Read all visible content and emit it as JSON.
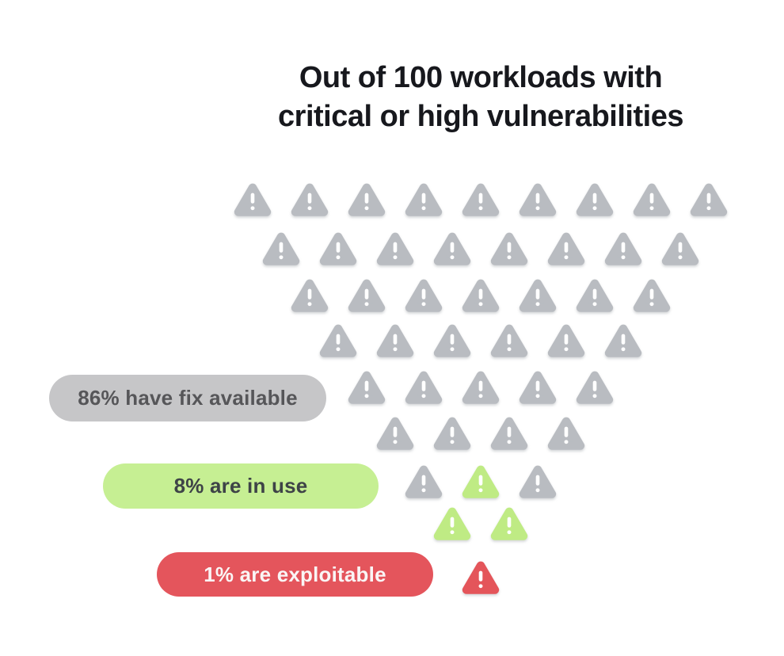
{
  "title": {
    "line1": "Out of 100 workloads with",
    "line2": "critical or high vulnerabilities"
  },
  "labels": [
    {
      "id": "fix-available",
      "text": "86% have fix available",
      "variant": "gray"
    },
    {
      "id": "in-use",
      "text": "8% are in use",
      "variant": "green"
    },
    {
      "id": "exploitable",
      "text": "1% are exploitable",
      "variant": "red"
    }
  ],
  "funnel": {
    "icon": "warning-triangle",
    "rows": [
      [
        "gray",
        "gray",
        "gray",
        "gray",
        "gray",
        "gray",
        "gray",
        "gray",
        "gray"
      ],
      [
        "gray",
        "gray",
        "gray",
        "gray",
        "gray",
        "gray",
        "gray",
        "gray"
      ],
      [
        "gray",
        "gray",
        "gray",
        "gray",
        "gray",
        "gray",
        "gray"
      ],
      [
        "gray",
        "gray",
        "gray",
        "gray",
        "gray",
        "gray"
      ],
      [
        "gray",
        "gray",
        "gray",
        "gray",
        "gray"
      ],
      [
        "gray",
        "gray",
        "gray",
        "gray"
      ],
      [
        "gray",
        "green",
        "gray"
      ],
      [
        "green",
        "green"
      ],
      [
        "red"
      ]
    ]
  },
  "colors": {
    "gray_icon": "#b9bcc1",
    "green_icon": "#bfeb84",
    "red_icon": "#e4555a",
    "icon_glyph": "#ffffff",
    "title_text": "#17181d",
    "pill_gray_bg": "#c6c6c8",
    "pill_gray_text": "#565659",
    "pill_green_bg": "#c6ef93",
    "pill_green_text": "#3e4347",
    "pill_red_bg": "#e4555c",
    "pill_red_text": "#faf5f5"
  },
  "chart_data": {
    "type": "pictogram_funnel",
    "title": "Out of 100 workloads with critical or high vulnerabilities",
    "total_workloads": 100,
    "categories": [
      "have fix available",
      "are in use",
      "are exploitable"
    ],
    "values": [
      86,
      8,
      1
    ],
    "unit": "%",
    "icon": "warning-triangle",
    "icons_per_row_top_to_bottom": [
      9,
      8,
      7,
      6,
      5,
      4,
      3,
      2,
      1
    ],
    "icon_color_rows": [
      [
        "gray",
        "gray",
        "gray",
        "gray",
        "gray",
        "gray",
        "gray",
        "gray",
        "gray"
      ],
      [
        "gray",
        "gray",
        "gray",
        "gray",
        "gray",
        "gray",
        "gray",
        "gray"
      ],
      [
        "gray",
        "gray",
        "gray",
        "gray",
        "gray",
        "gray",
        "gray"
      ],
      [
        "gray",
        "gray",
        "gray",
        "gray",
        "gray",
        "gray"
      ],
      [
        "gray",
        "gray",
        "gray",
        "gray",
        "gray"
      ],
      [
        "gray",
        "gray",
        "gray",
        "gray"
      ],
      [
        "gray",
        "green",
        "gray"
      ],
      [
        "green",
        "green"
      ],
      [
        "red"
      ]
    ],
    "legend_position": "left",
    "category_color_map": {
      "have fix available": "gray",
      "are in use": "green",
      "are exploitable": "red"
    }
  }
}
